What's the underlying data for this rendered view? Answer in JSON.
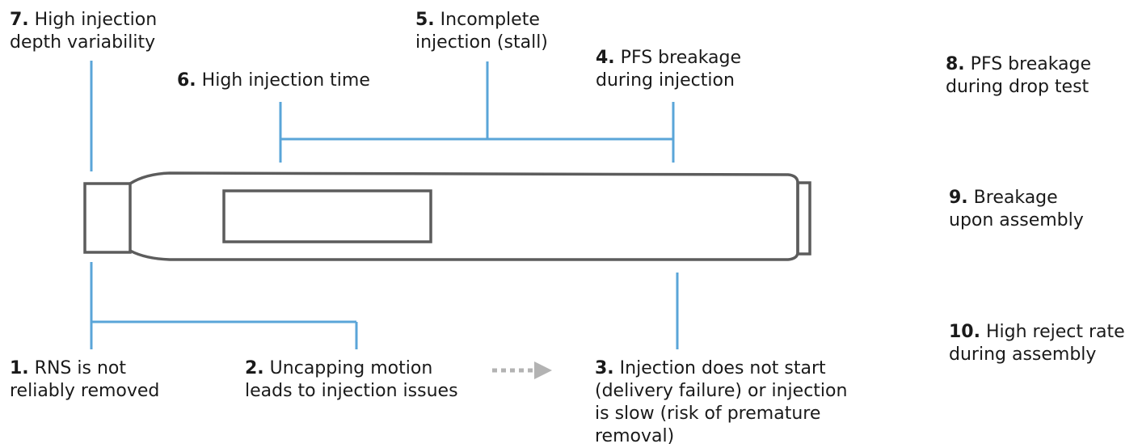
{
  "labels": [
    {
      "id": "l7",
      "num": "7.",
      "lines": [
        "High injection",
        "depth variability"
      ]
    },
    {
      "id": "l5",
      "num": "5.",
      "lines": [
        "Incomplete",
        "injection (stall)"
      ]
    },
    {
      "id": "l6",
      "num": "6.",
      "lines": [
        "High injection time"
      ]
    },
    {
      "id": "l4",
      "num": "4.",
      "lines": [
        "PFS breakage",
        "during injection"
      ]
    },
    {
      "id": "l8",
      "num": "8.",
      "lines": [
        "PFS breakage",
        "during drop test"
      ]
    },
    {
      "id": "l9",
      "num": "9.",
      "lines": [
        "Breakage",
        "upon assembly"
      ]
    },
    {
      "id": "l10",
      "num": "10.",
      "lines": [
        "High reject rate",
        "during assembly"
      ]
    },
    {
      "id": "l1",
      "num": "1.",
      "lines": [
        "RNS is not",
        "reliably removed"
      ]
    },
    {
      "id": "l2",
      "num": "2.",
      "lines": [
        "Uncapping motion",
        "leads to injection issues"
      ]
    },
    {
      "id": "l3",
      "num": "3.",
      "lines": [
        "Injection does not start",
        "(delivery failure) or injection",
        "is slow (risk of premature",
        "removal)"
      ]
    }
  ],
  "colors": {
    "connector": "#5aa5d8",
    "outline": "#5c5c5c",
    "arrow": "#b3b3b3",
    "text": "#1a1a1a"
  }
}
